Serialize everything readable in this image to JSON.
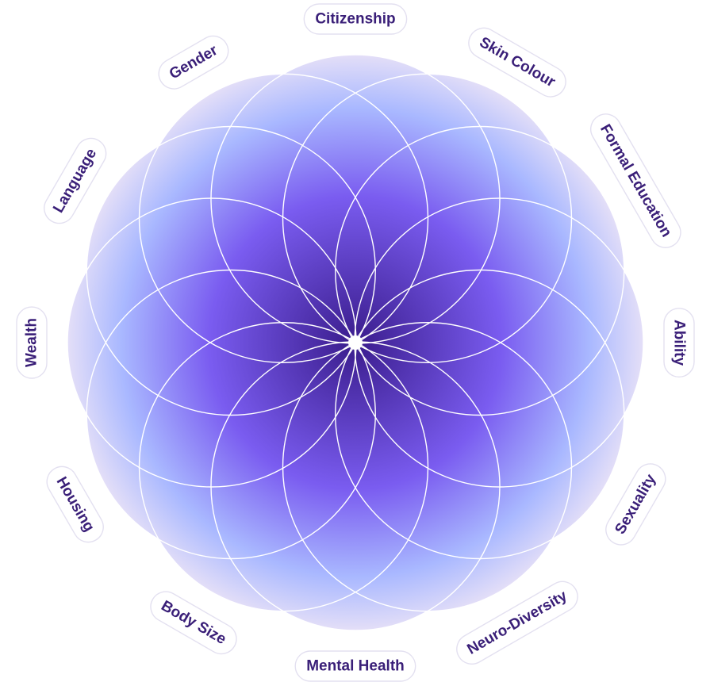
{
  "diagram": {
    "colors": {
      "center_dark": "#3a1c8c",
      "mid_violet": "#7a5cf0",
      "light_blue": "#a9b8ff",
      "edge_lavender": "#e9e2f7",
      "outline": "#ffffff",
      "label_text": "#3a1f78"
    },
    "labels": [
      "Citizenship",
      "Skin Colour",
      "Formal Education",
      "Ability",
      "Sexuality",
      "Neuro-Diversity",
      "Mental Health",
      "Body Size",
      "Housing",
      "Wealth",
      "Language",
      "Gender"
    ]
  }
}
